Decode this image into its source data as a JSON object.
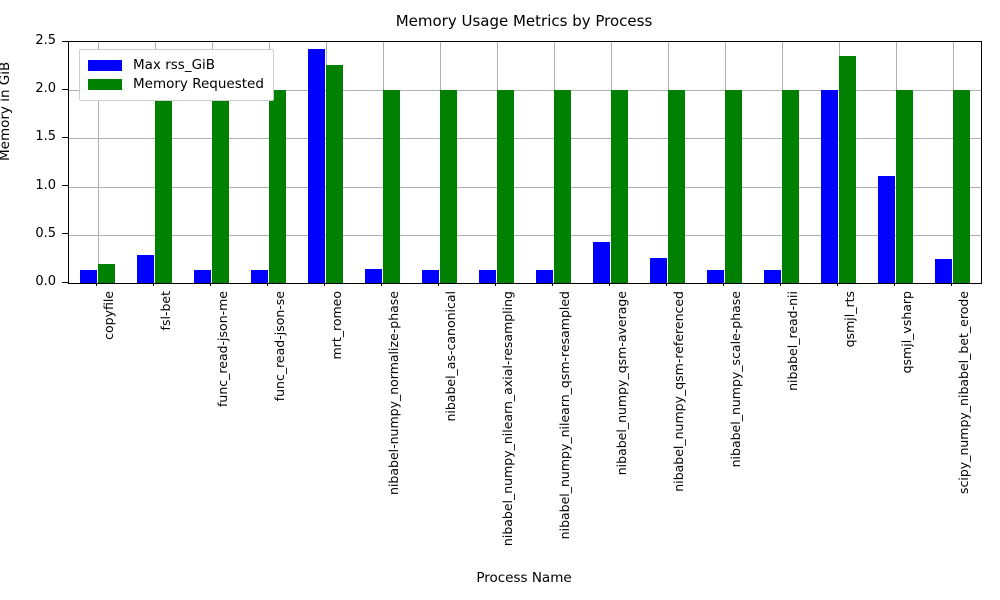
{
  "chart_data": {
    "type": "bar",
    "title": "Memory Usage Metrics by Process",
    "xlabel": "Process Name",
    "ylabel": "Memory in GiB",
    "ylim": [
      0.0,
      2.5
    ],
    "yticks": [
      "0.0",
      "0.5",
      "1.0",
      "1.5",
      "2.0",
      "2.5"
    ],
    "ytick_values": [
      0.0,
      0.5,
      1.0,
      1.5,
      2.0,
      2.5
    ],
    "grid": true,
    "legend_position": "upper left",
    "categories": [
      "copyfile",
      "fsl-bet",
      "func_read-json-me",
      "func_read-json-se",
      "mrt_romeo",
      "nibabel-numpy_normalize-phase",
      "nibabel_as-canonical",
      "nibabel_numpy_nilearn_axial-resampling",
      "nibabel_numpy_nilearn_qsm-resampled",
      "nibabel_numpy_qsm-average",
      "nibabel_numpy_qsm-referenced",
      "nibabel_numpy_scale-phase",
      "nibabel_read-nii",
      "qsmjl_rts",
      "qsmjl_vsharp",
      "scipy_numpy_nibabel_bet_erode"
    ],
    "series": [
      {
        "name": "Max rss_GiB",
        "color": "#0000ff",
        "values": [
          0.14,
          0.29,
          0.14,
          0.14,
          2.43,
          0.15,
          0.14,
          0.14,
          0.14,
          0.43,
          0.26,
          0.14,
          0.14,
          2.0,
          1.11,
          0.25
        ]
      },
      {
        "name": "Memory Requested",
        "color": "#008000",
        "values": [
          0.2,
          2.0,
          2.0,
          2.0,
          2.26,
          2.0,
          2.0,
          2.0,
          2.0,
          2.0,
          2.0,
          2.0,
          2.0,
          2.35,
          2.0,
          2.0
        ]
      }
    ]
  },
  "legend": {
    "items": [
      {
        "label": "Max rss_GiB",
        "color": "#0000ff"
      },
      {
        "label": "Memory Requested",
        "color": "#008000"
      }
    ]
  }
}
